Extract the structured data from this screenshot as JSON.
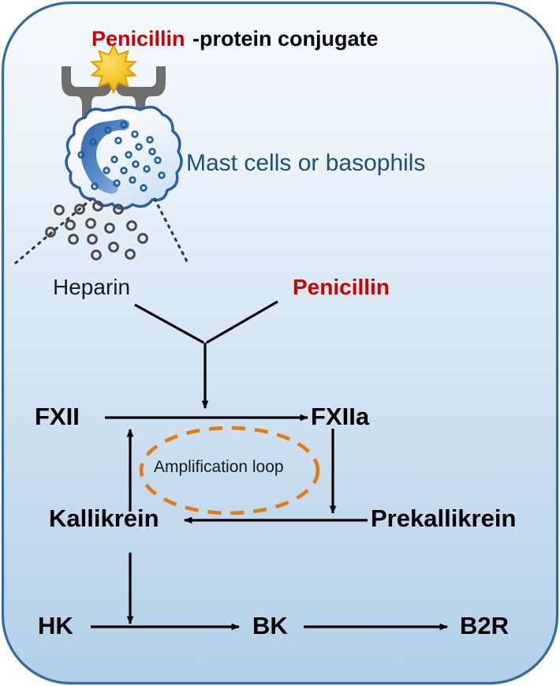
{
  "figure": {
    "title_parts": {
      "drug": "Penicillin",
      "rest": "-protein conjugate"
    },
    "cell_label": "Mast cells or basophils",
    "mediator_left": "Heparin",
    "mediator_right": "Penicillin",
    "loop_label": "Amplification loop",
    "nodes": {
      "fxii": "FXII",
      "fxiia": "FXIIa",
      "kallikrein": "Kallikrein",
      "prekallikrein": "Prekallikrein",
      "hk": "HK",
      "bk": "BK",
      "b2r": "B2R"
    },
    "icons": {
      "receptor_left": "y-receptor-icon",
      "receptor_right": "y-receptor-icon",
      "antigen": "starburst-antigen-icon",
      "cell": "mast-cell-icon",
      "nucleus": "cell-nucleus-icon",
      "granules": "granule-icon",
      "degranulation": "degranulation-spray-icon"
    },
    "colors": {
      "panel_border": "#336b9e",
      "panel_top": "#f4f8fc",
      "panel_bottom": "#b4d2ea",
      "accent_red": "#cc0000",
      "accent_orange": "#e07b18",
      "steel_blue": "#1f4e79",
      "cell_outline": "#2a5caa",
      "nucleus": "#4a7fc1",
      "granule": "#1f5f9e",
      "receptor_gray": "#6e6e6e",
      "starburst_fill": "#f5c518",
      "starburst_edge": "#dda000",
      "arrow_black": "#000000",
      "released_granule": "#4a4a4a"
    }
  }
}
